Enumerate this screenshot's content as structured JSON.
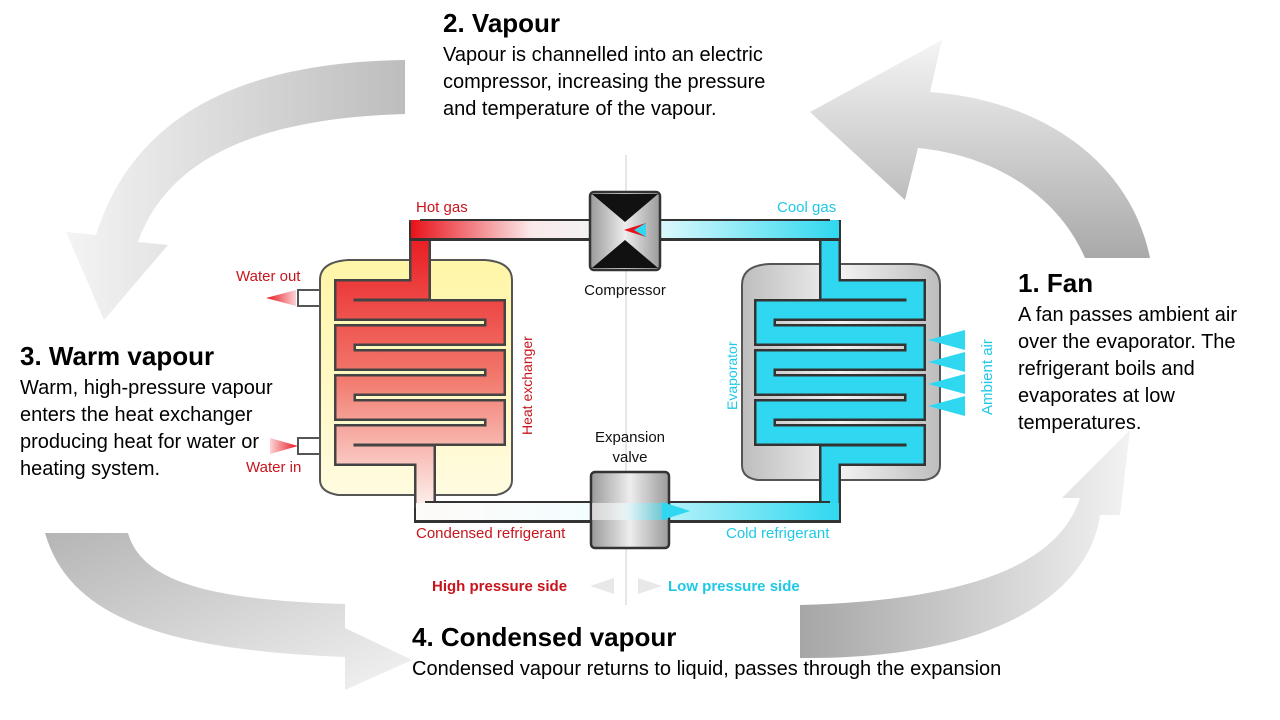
{
  "steps": {
    "vapour": {
      "title": "2. Vapour",
      "text": "Vapour is channelled into an electric compressor, increasing the pressure and temperature of the vapour."
    },
    "fan": {
      "title": "1. Fan",
      "text": "A fan passes ambient air over the evaporator. The refrigerant boils and evaporates at low temperatures."
    },
    "warm": {
      "title": "3. Warm vapour",
      "text": "Warm, high-pressure vapour enters the heat exchanger producing heat for water or heating system."
    },
    "condensed": {
      "title": "4. Condensed vapour",
      "text": "Condensed vapour returns to liquid, passes through the expansion"
    }
  },
  "labels": {
    "hot_gas": "Hot gas",
    "cool_gas": "Cool gas",
    "compressor": "Compressor",
    "water_out": "Water out",
    "water_in": "Water in",
    "heat_exchanger": "Heat exchanger",
    "evaporator": "Evaporator",
    "ambient_air": "Ambient air",
    "expansion_valve_1": "Expansion",
    "expansion_valve_2": "valve",
    "condensed_refrigerant": "Condensed refrigerant",
    "cold_refrigerant": "Cold refrigerant",
    "high_pressure": "High pressure side",
    "low_pressure": "Low pressure side"
  },
  "colors": {
    "hot": "#e8121a",
    "cold": "#2fd8f0",
    "label_red": "#c8141c",
    "label_cyan": "#1fc9e6",
    "arrow_gray": "#b0b0b0"
  }
}
